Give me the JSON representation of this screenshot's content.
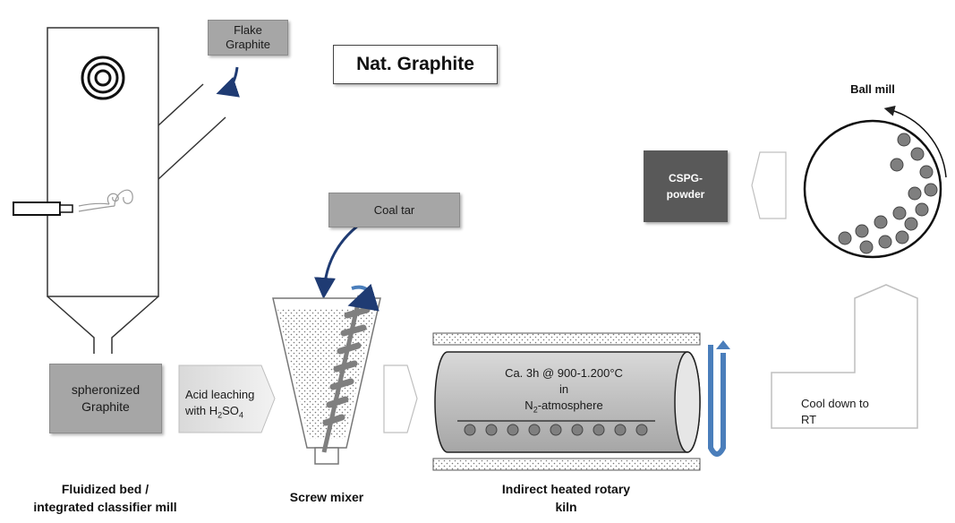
{
  "title": "Nat. Graphite",
  "inputs": {
    "flake_graphite": [
      "Flake",
      "Graphite"
    ],
    "coal_tar": "Coal tar"
  },
  "products": {
    "spheronized_graphite": [
      "spheronized",
      "Graphite"
    ],
    "cspg_powder": [
      "CSPG-",
      "powder"
    ]
  },
  "steps": {
    "acid_leaching_prefix": "Acid leaching",
    "acid_leaching_with": "with H",
    "acid_leaching_sub": "2",
    "acid_leaching_suffix": "SO",
    "acid_leaching_sub2": "4",
    "kiln_line1": "Ca. 3h @ 900-1.200°C",
    "kiln_line2": "in",
    "kiln_line3_prefix": "N",
    "kiln_line3_sub": "2",
    "kiln_line3_suffix": "-atmosphere",
    "cool_down": [
      "Cool down to",
      "RT"
    ]
  },
  "labels": {
    "mill": [
      "Fluidized bed /",
      "integrated classifier mill"
    ],
    "screw_mixer": "Screw mixer",
    "kiln": [
      "Indirect heated rotary",
      "kiln"
    ],
    "ball_mill": "Ball mill"
  },
  "colors": {
    "dark_box": "#595959",
    "grey_box": "#a6a6a6",
    "arrow_blue": "#1f3b73",
    "rotation_blue": "#4a7ebb"
  }
}
